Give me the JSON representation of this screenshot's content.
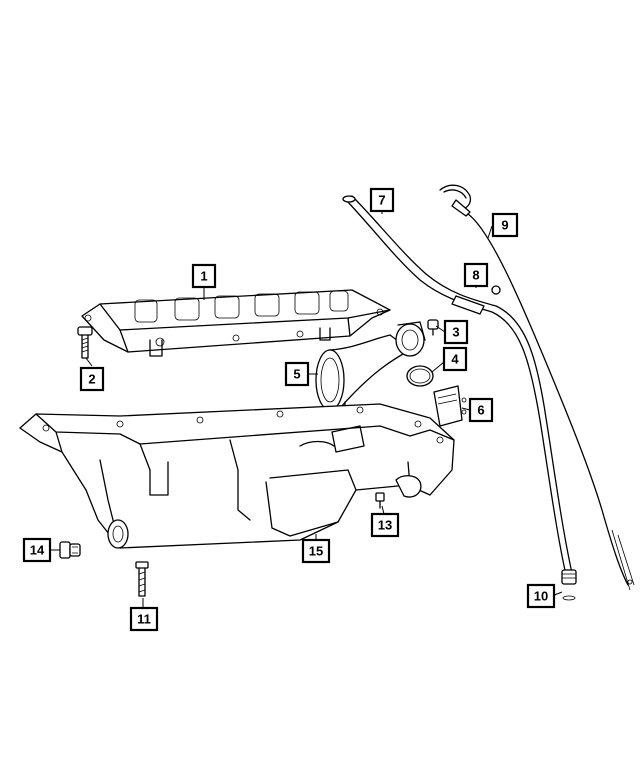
{
  "callouts": [
    {
      "id": "1",
      "label": "1"
    },
    {
      "id": "2",
      "label": "2"
    },
    {
      "id": "3",
      "label": "3"
    },
    {
      "id": "4",
      "label": "4"
    },
    {
      "id": "5",
      "label": "5"
    },
    {
      "id": "6",
      "label": "6"
    },
    {
      "id": "7",
      "label": "7"
    },
    {
      "id": "8",
      "label": "8"
    },
    {
      "id": "9",
      "label": "9"
    },
    {
      "id": "10",
      "label": "10"
    },
    {
      "id": "11",
      "label": "11"
    },
    {
      "id": "13",
      "label": "13"
    },
    {
      "id": "14",
      "label": "14"
    },
    {
      "id": "15",
      "label": "15"
    }
  ]
}
